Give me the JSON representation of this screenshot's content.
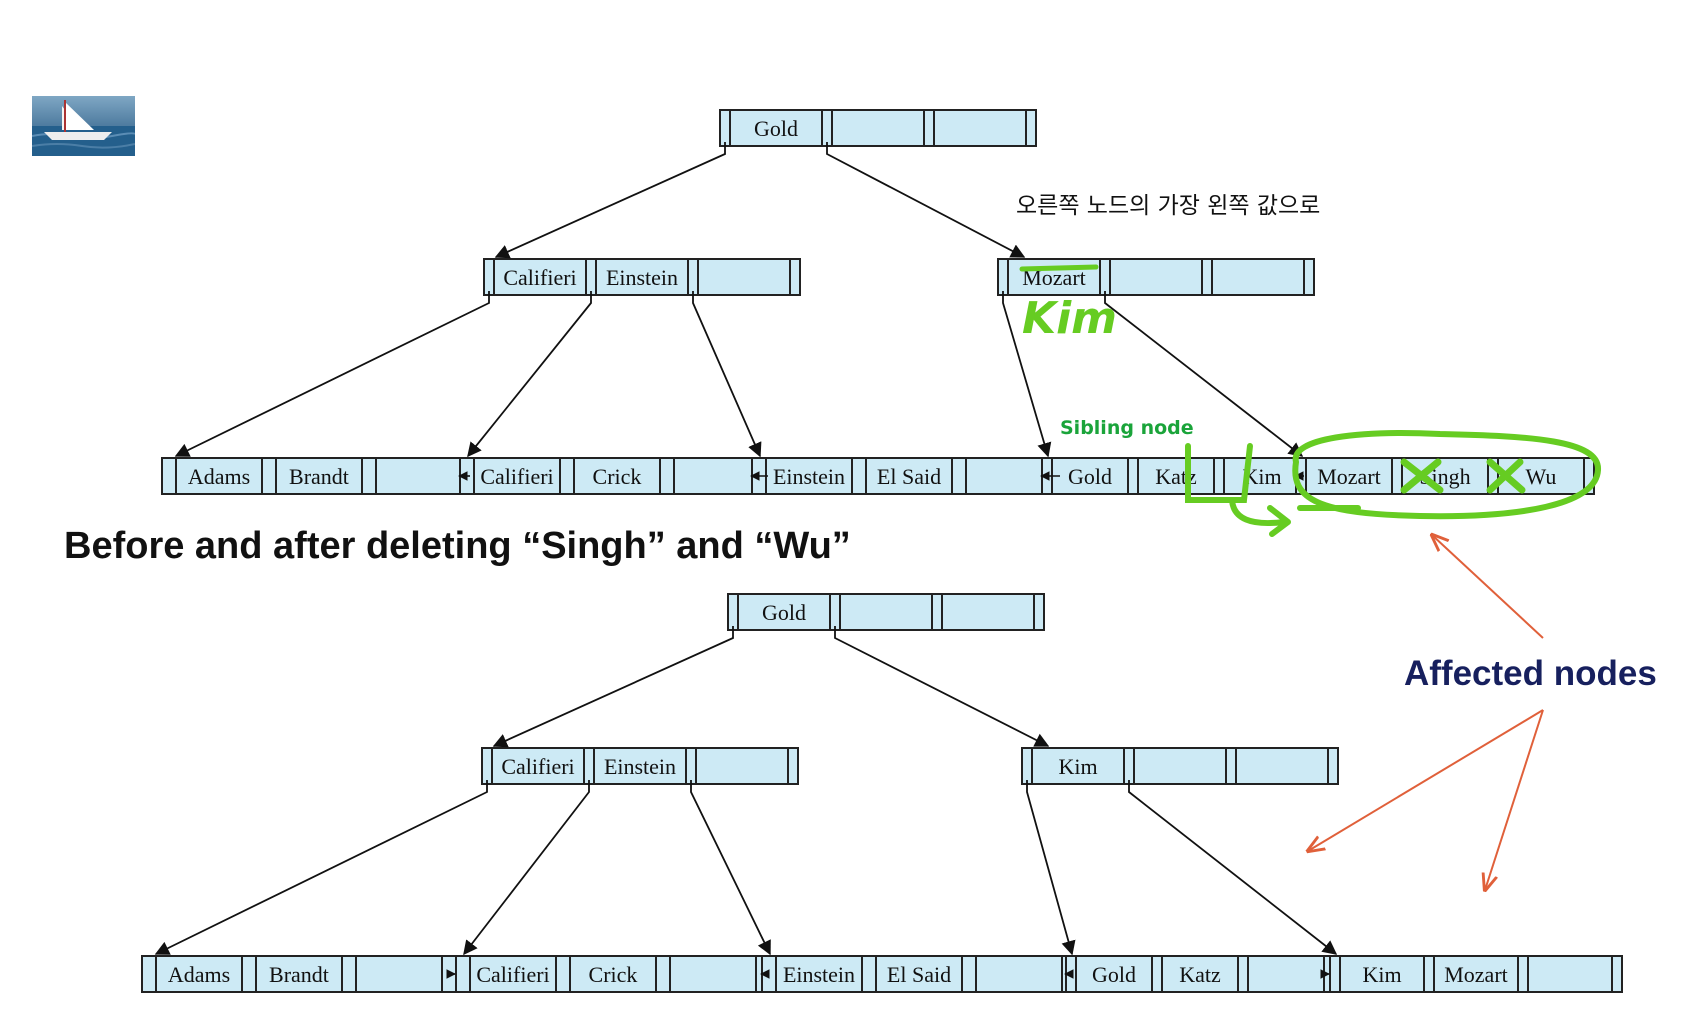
{
  "heading": "Before and after deleting “Singh” and “Wu”",
  "korean_note": "오른쪽 노드의 가장 왼쪽 값으로",
  "sibling_label": "Sibling node",
  "affected_label": "Affected nodes",
  "handwritten_key": "Kim",
  "before_tree": {
    "root": [
      "Gold",
      "",
      ""
    ],
    "internal_left": [
      "Califieri",
      "Einstein",
      ""
    ],
    "internal_right": [
      "Mozart",
      "",
      ""
    ],
    "leaves": [
      [
        "Adams",
        "Brandt",
        ""
      ],
      [
        "Califieri",
        "Crick",
        ""
      ],
      [
        "Einstein",
        "El Said",
        ""
      ],
      [
        "Gold",
        "Katz",
        "Kim"
      ],
      [
        "Mozart",
        "Singh",
        "Wu"
      ]
    ]
  },
  "after_tree": {
    "root": [
      "Gold",
      "",
      ""
    ],
    "internal_left": [
      "Califieri",
      "Einstein",
      ""
    ],
    "internal_right": [
      "Kim",
      "",
      ""
    ],
    "leaves": [
      [
        "Adams",
        "Brandt",
        ""
      ],
      [
        "Califieri",
        "Crick",
        ""
      ],
      [
        "Einstein",
        "El Said",
        ""
      ],
      [
        "Gold",
        "Katz",
        ""
      ],
      [
        "Kim",
        "Mozart",
        ""
      ]
    ]
  },
  "colors": {
    "node_fill": "#cdeaf5",
    "node_stroke": "#222222",
    "annotation_green": "#66cc22",
    "arrow_red": "#e0603a",
    "affected_text": "#17205e"
  }
}
